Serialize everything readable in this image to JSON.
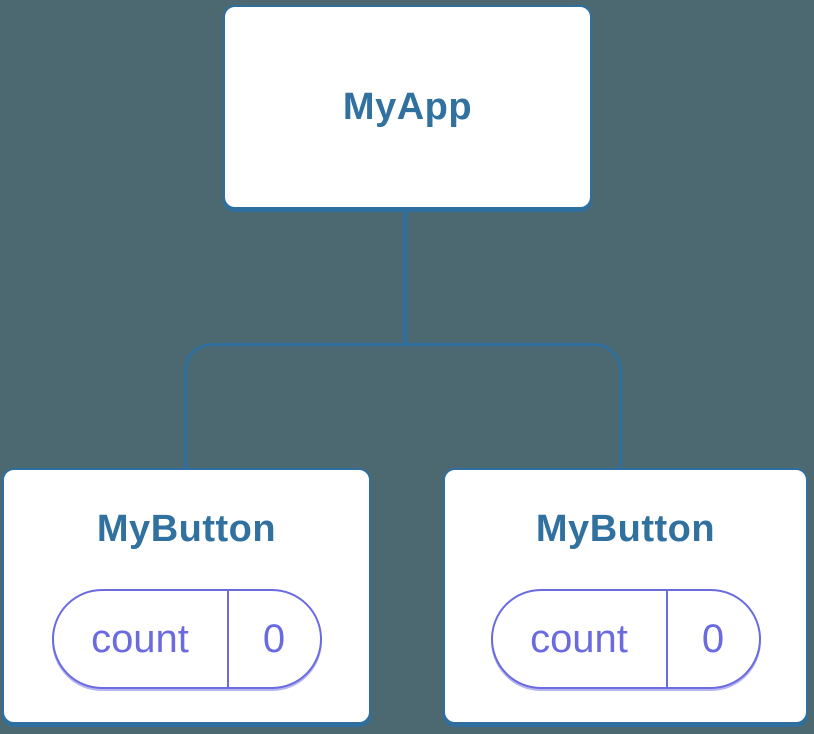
{
  "diagram": {
    "title": "component-tree",
    "colors": {
      "background": "#4C6971",
      "node_border_blue": "#2F6F9F",
      "node_title_blue": "#30719F",
      "state_purple": "#6B6BE0",
      "node_fill": "#FFFFFF"
    },
    "root": {
      "label": "MyApp"
    },
    "children": [
      {
        "label": "MyButton",
        "state": {
          "name": "count",
          "value": "0"
        }
      },
      {
        "label": "MyButton",
        "state": {
          "name": "count",
          "value": "0"
        }
      }
    ]
  }
}
